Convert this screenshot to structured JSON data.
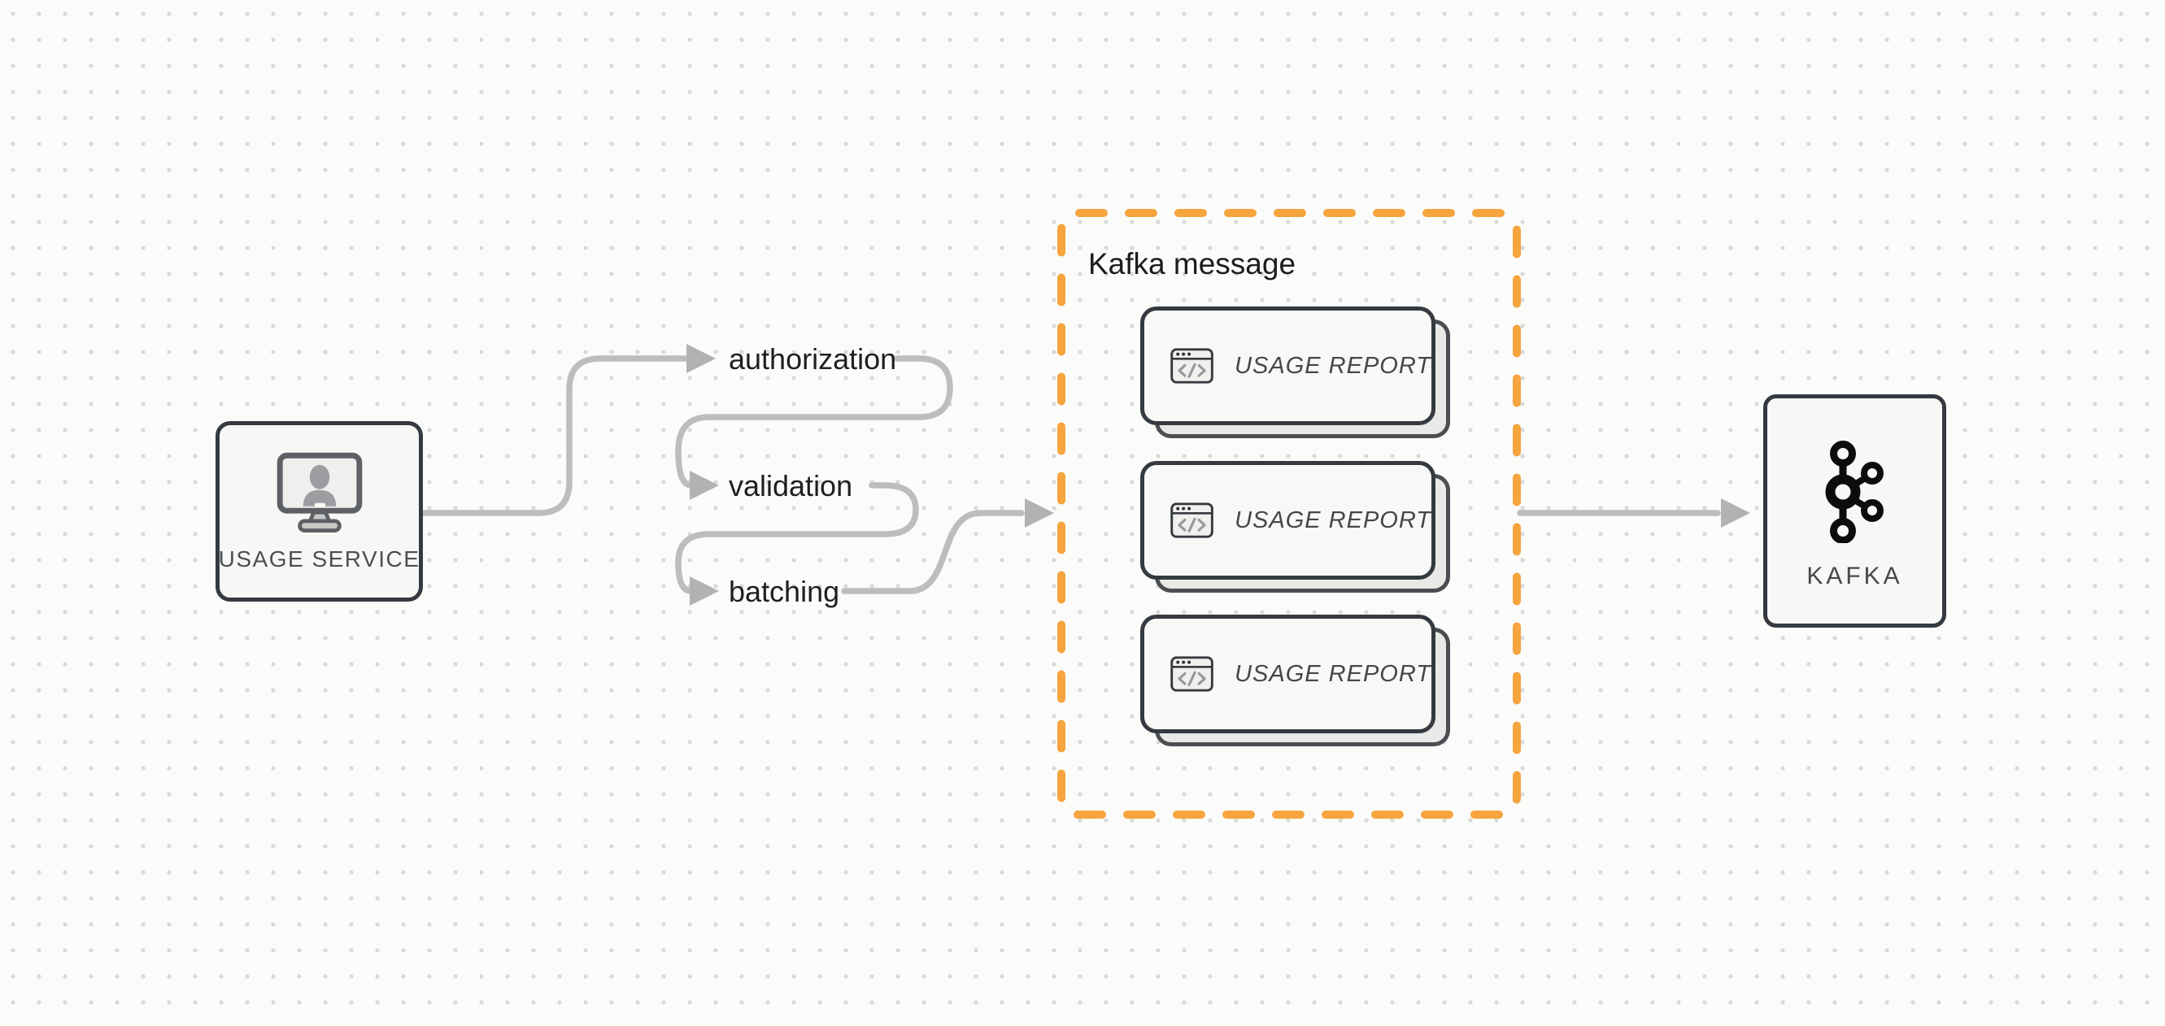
{
  "diagram": {
    "source_node": {
      "label": "USAGE SERVICE",
      "icon": "monitor-user-icon"
    },
    "steps": [
      {
        "label": "authorization"
      },
      {
        "label": "validation"
      },
      {
        "label": "batching"
      }
    ],
    "kafka_message_group": {
      "title": "Kafka message",
      "cards": [
        {
          "label": "USAGE REPORT",
          "icon": "code-window-icon"
        },
        {
          "label": "USAGE REPORT",
          "icon": "code-window-icon"
        },
        {
          "label": "USAGE REPORT",
          "icon": "code-window-icon"
        }
      ]
    },
    "target_node": {
      "label": "KAFKA",
      "icon": "kafka-logo-icon"
    },
    "colors": {
      "accent_orange": "#f6a43d",
      "connector_gray": "#bdbdbd",
      "border_dark": "#343a3f",
      "node_fill": "#f7f7f5",
      "canvas_bg": "#fbfbfa",
      "dot_gray": "#d9d9d7"
    }
  }
}
